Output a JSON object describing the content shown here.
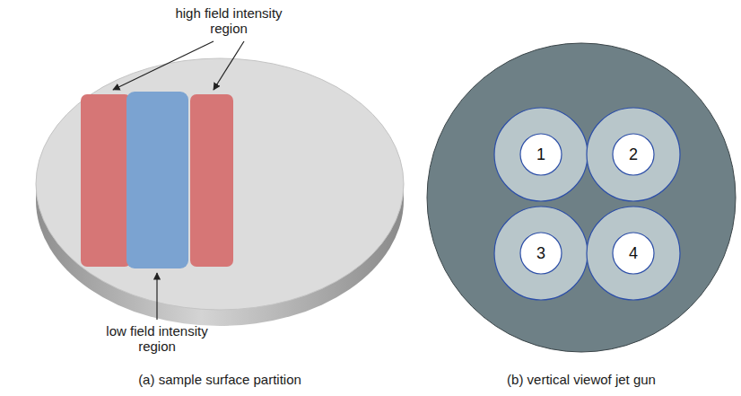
{
  "diagram": {
    "nodes": [
      {
        "text": [
          "1"
        ]
      },
      {
        "text": [
          "2"
        ]
      },
      {
        "text": [
          "3"
        ]
      },
      {
        "text": [
          "4"
        ]
      }
    ],
    "labels": [
      "high field intensity region",
      "low field intensity region",
      "(a) sample surface partition",
      "(b) vertical viewof jet gun"
    ]
  }
}
